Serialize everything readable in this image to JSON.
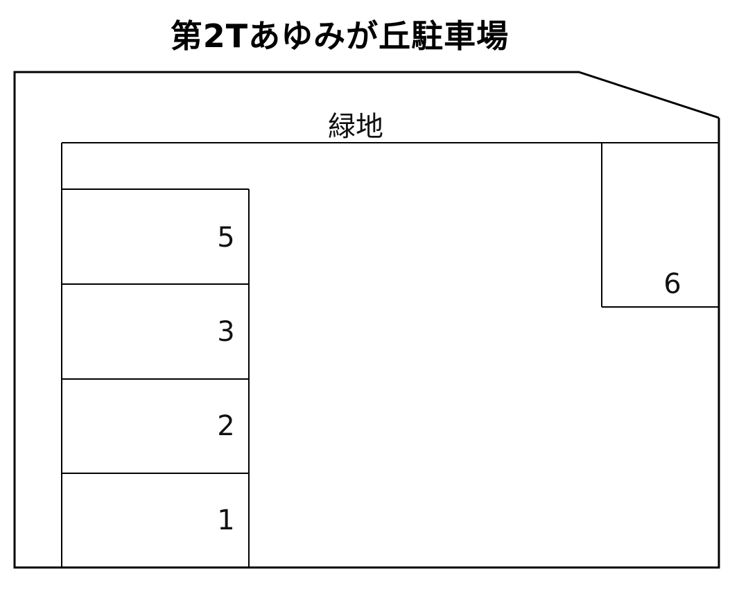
{
  "title": "第2Tあゆみが丘駐車場",
  "areas": {
    "green_space": "緑地"
  },
  "stalls": [
    {
      "number": "5"
    },
    {
      "number": "3"
    },
    {
      "number": "2"
    },
    {
      "number": "1"
    },
    {
      "number": "6"
    }
  ],
  "colors": {
    "line": "#000000",
    "background": "#ffffff"
  }
}
